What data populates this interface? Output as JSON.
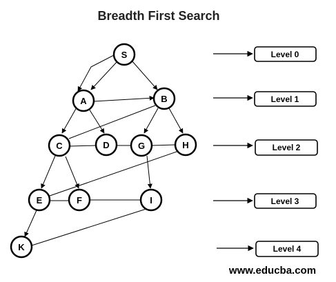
{
  "title": "Breadth First Search",
  "footer": "www.educba.com",
  "nodes": {
    "S": "S",
    "A": "A",
    "B": "B",
    "C": "C",
    "D": "D",
    "G": "G",
    "H": "H",
    "E": "E",
    "F": "F",
    "I": "I",
    "K": "K"
  },
  "levels": [
    "Level 0",
    "Level 1",
    "Level 2",
    "Level 3",
    "Level 4"
  ]
}
